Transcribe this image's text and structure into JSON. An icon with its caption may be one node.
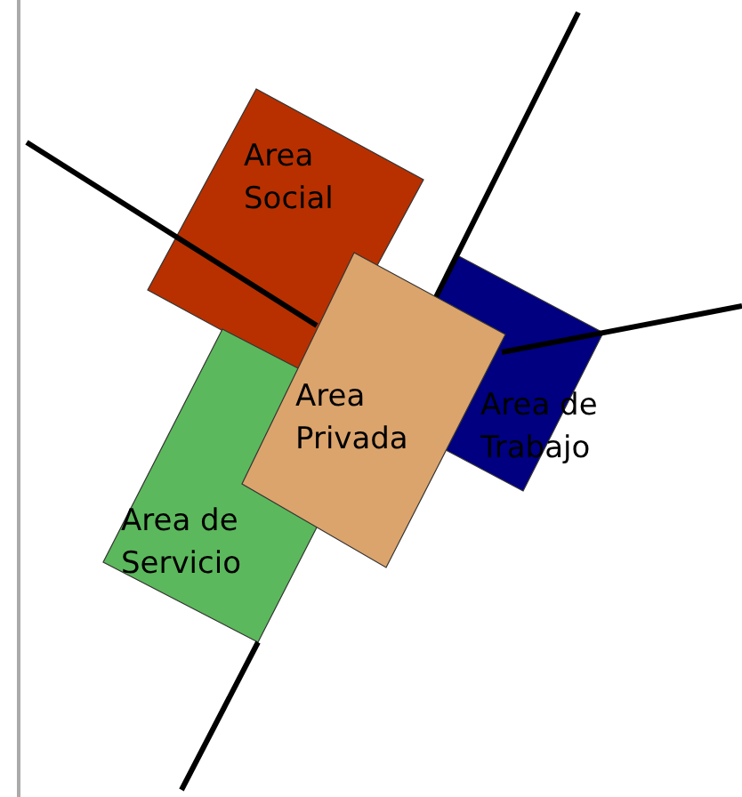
{
  "diagram": {
    "nodes": [
      {
        "text": [
          "Area Social"
        ]
      },
      {
        "text": [
          "Area Privada"
        ]
      },
      {
        "text": [
          "Area de Trabajo"
        ]
      },
      {
        "text": [
          "Area de Servicio"
        ]
      }
    ]
  }
}
